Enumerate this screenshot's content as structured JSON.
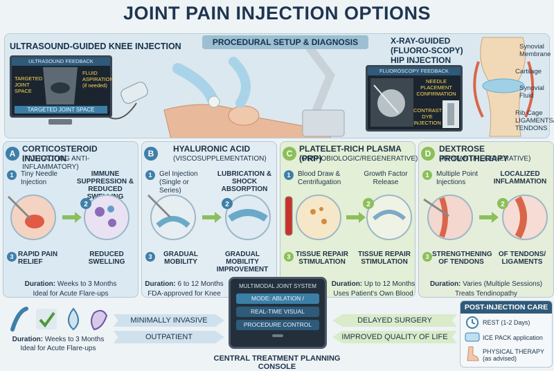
{
  "title": "JOINT PAIN INJECTION OPTIONS",
  "setup": {
    "banner": "PROCEDURAL SETUP & DIAGNOSIS",
    "ultrasound": {
      "title": "ULTRASOUND-GUIDED KNEE INJECTION",
      "monitor_header": "ULTRASOUND FEEDBACK",
      "label_joint": "TARGETED JOINT SPACE",
      "label_fluid": "FLUID ASPIRATION (if needed)",
      "footer": "TARGETED JOINT SPACE"
    },
    "xray": {
      "title": "X-RAY-GUIDED (FLUORO-SCOPY) HIP INJECTION",
      "monitor_header": "FLUOROSCOPY FEEDBACK",
      "label_needle": "NEEDLE PLACEMENT CONFIRMATION",
      "label_contrast": "CONTRAST DYE INJECTION"
    },
    "anatomy": [
      "Synovial Membrane",
      "Cartilage",
      "Synovial Fluid",
      "Rib Cage LIGAMENTS/ TENDONS"
    ]
  },
  "columns": [
    {
      "letter": "A",
      "title": "CORTICOSTEROID INJECTION",
      "subtitle": "(FAST-ACTING ANTI-INFLAMMATORY)",
      "step1": "Tiny Needle Injection",
      "step2": "IMMUNE SUPPRESSION & REDUCED SWELLING",
      "step3": "RAPID PAIN RELIEF",
      "step4": "REDUCED SWELLING",
      "duration_label": "Duration:",
      "duration": "Weeks to 3 Months",
      "note": "Ideal for Acute Flare-ups"
    },
    {
      "letter": "B",
      "title": "HYALURONIC ACID",
      "subtitle": "(VISCOSUPPLEMENTATION)",
      "step1": "Gel Injection (Single or Series)",
      "step2": "LUBRICATION & SHOCK ABSORPTION",
      "step3": "GRADUAL MOBILITY",
      "step4": "GRADUAL MOBILITY IMPROVEMENT",
      "duration_label": "Duration:",
      "duration": "6 to 12 Months",
      "note": "FDA-approved for Knee"
    },
    {
      "letter": "C",
      "title": "PLATELET-RICH PLASMA (PRP)",
      "subtitle": "(ORTHOBIOLOGIC/REGENERATIVE)",
      "step1": "Blood Draw & Centrifugation",
      "step2": "Growth Factor Release",
      "step3": "TISSUE REPAIR STIMULATION",
      "step4": "TISSUE REPAIR STIMULATION",
      "duration_label": "Duration:",
      "duration": "Up to 12 Months",
      "note": "Uses Patient's Own Blood"
    },
    {
      "letter": "D",
      "title": "DEXTROSE PROLOTHERAPY",
      "subtitle": "(IRRITANT/REGENERATIVE)",
      "step1": "Multiple Point Injections",
      "step2": "LOCALIZED INFLAMMATION",
      "step3": "STRENGTHENING OF TENDONS",
      "step4": "OF TENDONS/ LIGAMENTS",
      "duration_label": "Duration:",
      "duration": "Varies (Multiple Sessions)",
      "note": "Treats Tendinopathy"
    }
  ],
  "bottom": {
    "duration_label": "Duration:",
    "duration": "Weeks to 3 Months",
    "note": "Ideal for Acute Flare-ups",
    "left_pills": [
      "MINIMALLY INVASIVE",
      "OUTPATIENT"
    ],
    "right_pills": [
      "DELAYED SURGERY",
      "IMPROVED QUALITY OF LIFE"
    ],
    "console_caption": "CENTRAL TREATMENT PLANNING CONSOLE",
    "console": {
      "header": "MULTIMODAL JOINT SYSTEM",
      "rows": [
        "MODE: ABLATION / INJECTION",
        "REAL-TIME VISUAL FEEDBACK",
        "PROCEDURE CONTROL"
      ]
    },
    "post_care": {
      "title": "POST-INJECTION CARE",
      "items": [
        "REST (1-2 Days)",
        "ICE PACK application",
        "PHYSICAL THERAPY (as advised)"
      ]
    }
  },
  "colors": {
    "col_a": "#dbe9f2",
    "col_b": "#e2ecf3",
    "col_c": "#e3efd6",
    "col_d": "#e5eedb",
    "badge": "#3f7fa8",
    "accent_green": "#8cbf5a"
  }
}
